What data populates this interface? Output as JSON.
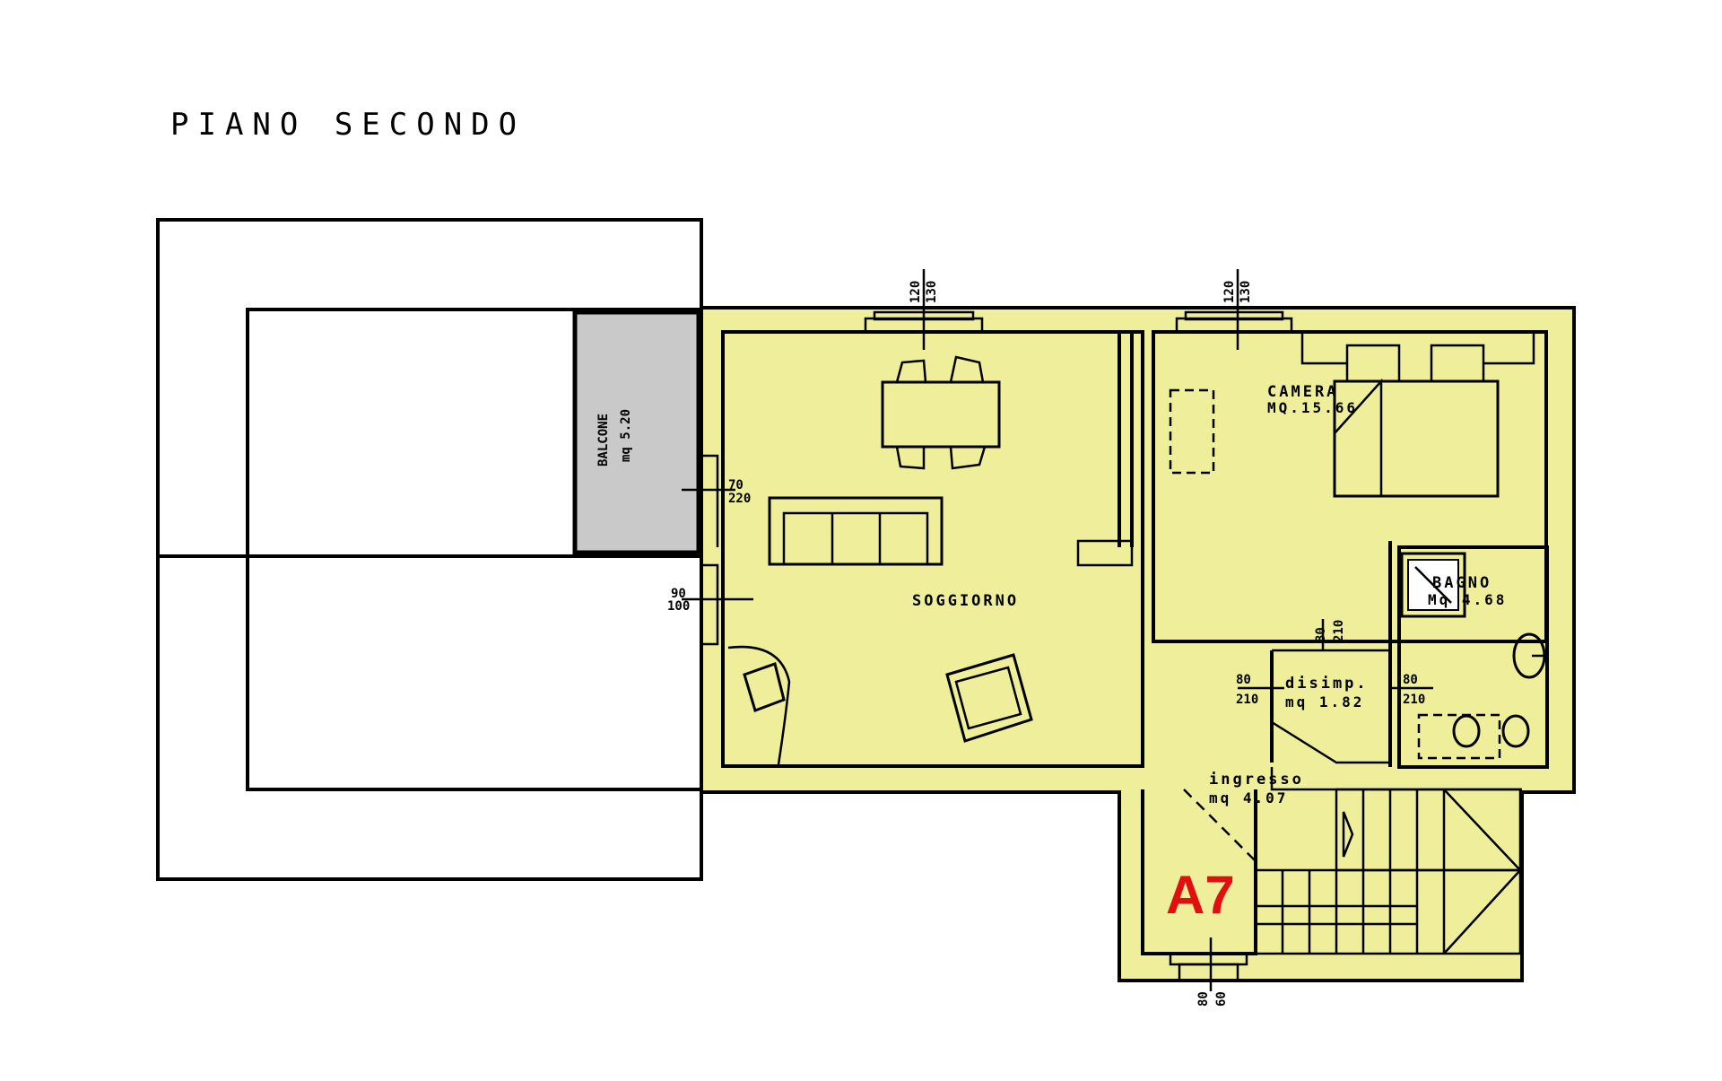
{
  "plan": {
    "title": "PIANO SECONDO",
    "unit_label": "A7",
    "colors": {
      "floor": "#EEEE9B",
      "balcony": "#C9C9C9",
      "unit_label": "#E01010"
    },
    "rooms": {
      "balcone": {
        "name": "BALCONE",
        "area": "mq 5.20"
      },
      "soggiorno": {
        "name": "SOGGIORNO"
      },
      "camera": {
        "name": "CAMERA",
        "area": "MQ.15.66"
      },
      "bagno": {
        "name": "BAGNO",
        "area": "Mq 4.68"
      },
      "disimpegno": {
        "name": "disimp.",
        "area": "mq 1.82"
      },
      "ingresso": {
        "name": "ingresso",
        "area": "mq 4.07"
      }
    },
    "openings": {
      "soggiorno_window": {
        "width": "120",
        "height": "130"
      },
      "camera_window": {
        "width": "120",
        "height": "130"
      },
      "balcony_door": {
        "width": "70",
        "height": "220"
      },
      "west_window": {
        "width": "90",
        "height": "100"
      },
      "camera_door": {
        "width": "80",
        "height": "210"
      },
      "disimp_door_left": {
        "width": "80",
        "height": "210"
      },
      "bagno_door": {
        "width": "80",
        "height": "210"
      },
      "entrance_door": {
        "width": "80",
        "height": "60"
      }
    }
  }
}
